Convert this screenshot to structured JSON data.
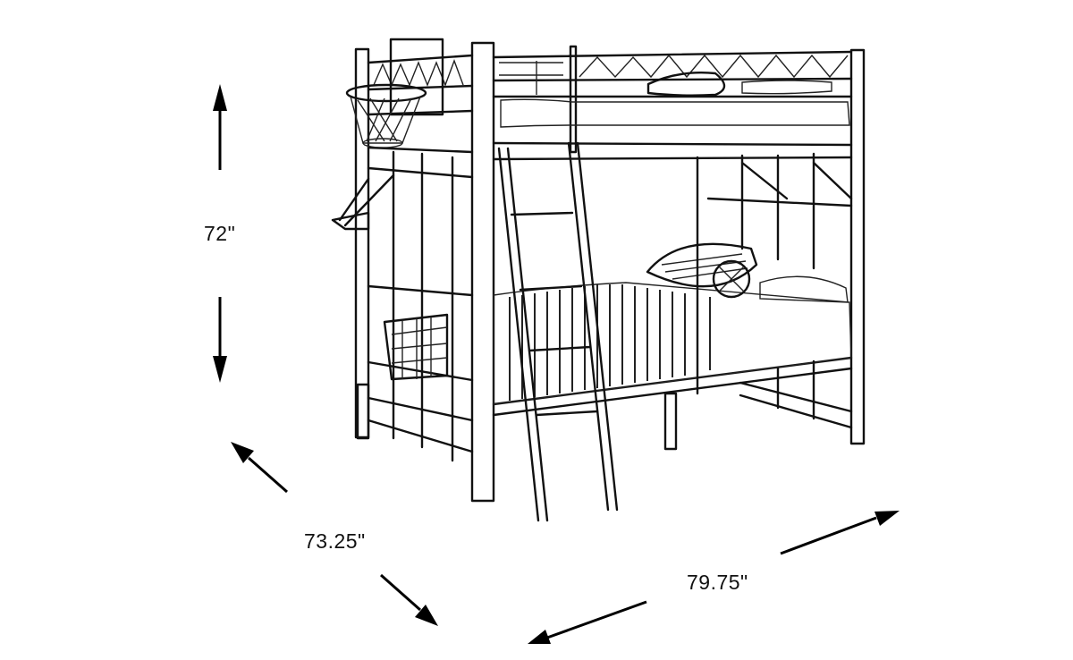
{
  "figure": {
    "subject": "Twin over twin metal bunk bed with ladder, basketball hoop, side shelf and mesh basket",
    "style": "black line drawing on white background"
  },
  "dimensions": {
    "height": {
      "label": "72\"",
      "value": 72,
      "unit": "in",
      "orientation": "vertical"
    },
    "depth": {
      "label": "73.25\"",
      "value": 73.25,
      "unit": "in",
      "orientation": "diagonal-left"
    },
    "width": {
      "label": "79.75\"",
      "value": 79.75,
      "unit": "in",
      "orientation": "diagonal-right"
    }
  },
  "colors": {
    "background": "#ffffff",
    "line": "#111111"
  }
}
